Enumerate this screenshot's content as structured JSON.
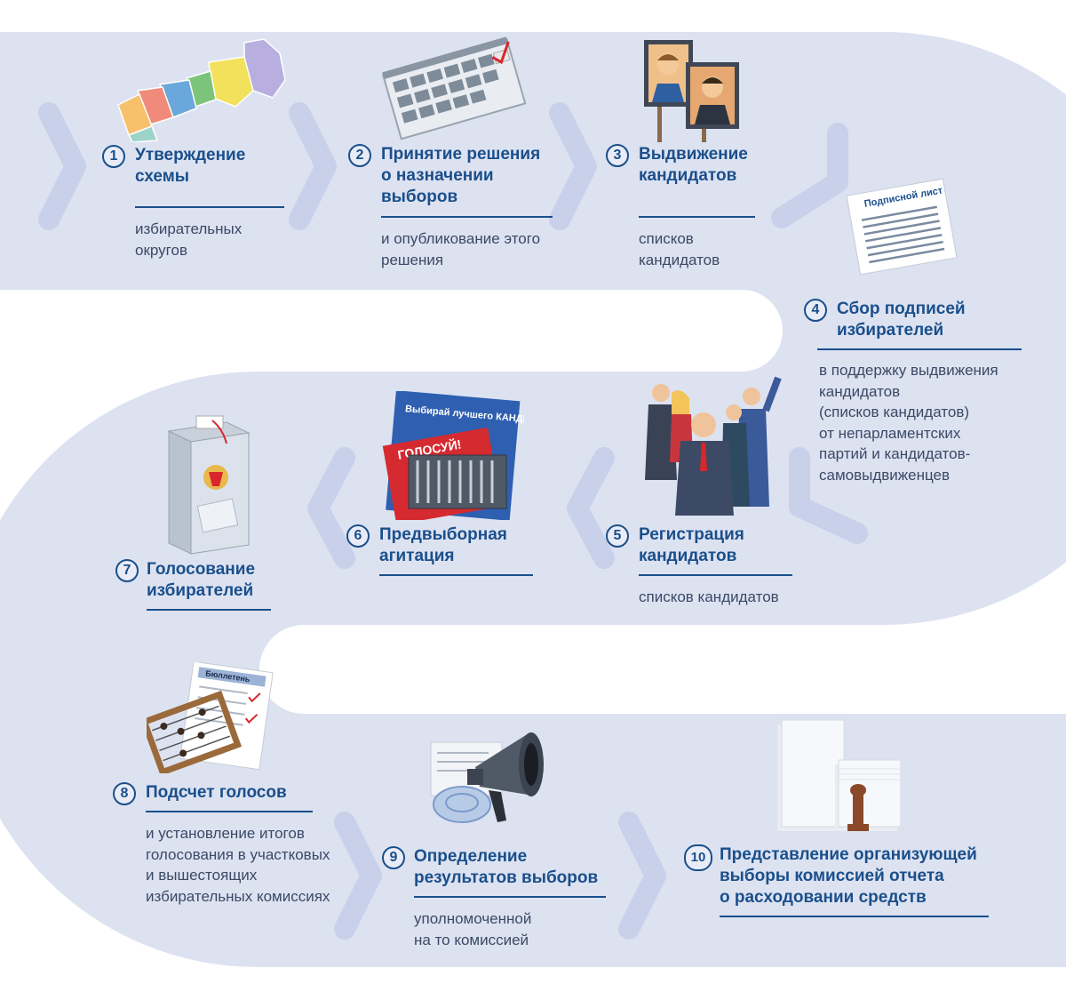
{
  "colors": {
    "band": "#dde2f1",
    "chevron": "#c8d0ea",
    "accent": "#1a4f8b",
    "text": "#3a4a66"
  },
  "steps": [
    {
      "num": "1",
      "title": "Утверждение\nсхемы",
      "desc": "избирательных\nокругов",
      "icon": "map-icon"
    },
    {
      "num": "2",
      "title": "Принятие решения\nо назначении\nвыборов",
      "desc": "и опубликование этого\nрешения",
      "icon": "calendar-icon"
    },
    {
      "num": "3",
      "title": "Выдвижение\nкандидатов",
      "desc": "списков\nкандидатов",
      "icon": "candidate-posters-icon"
    },
    {
      "num": "4",
      "title": "Сбор подписей\nизбирателей",
      "desc": "в поддержку выдвижения\nкандидатов\n(списков кандидатов)\nот непарламентских\nпартий и кандидатов-\nсамовыдвиженцев",
      "icon": "signature-sheet-icon",
      "sheet_label": "Подписной лист"
    },
    {
      "num": "5",
      "title": "Регистрация\nкандидатов",
      "desc": "списков кандидатов",
      "icon": "people-group-icon"
    },
    {
      "num": "6",
      "title": "Предвыборная\nагитация",
      "desc": "",
      "icon": "campaign-posters-icon",
      "poster_text": "ГОЛОСУЙ!",
      "poster_text_2": "Выбирай лучшего КАНДИДАТА!"
    },
    {
      "num": "7",
      "title": "Голосование\nизбирателей",
      "desc": "",
      "icon": "ballot-box-icon"
    },
    {
      "num": "8",
      "title": "Подсчет голосов",
      "desc": "и установление итогов\nголосования в участковых\nи вышестоящих\nизбирательных комиссиях",
      "icon": "abacus-ballot-icon",
      "ballot_label": "Бюллетень"
    },
    {
      "num": "9",
      "title": "Определение\nрезультатов выборов",
      "desc": "уполномоченной\nна то комиссией",
      "icon": "megaphone-icon"
    },
    {
      "num": "10",
      "title": "Представление организующей\nвыборы комиссией отчета\nо расходовании средств",
      "desc": "",
      "icon": "documents-stamp-icon"
    }
  ]
}
